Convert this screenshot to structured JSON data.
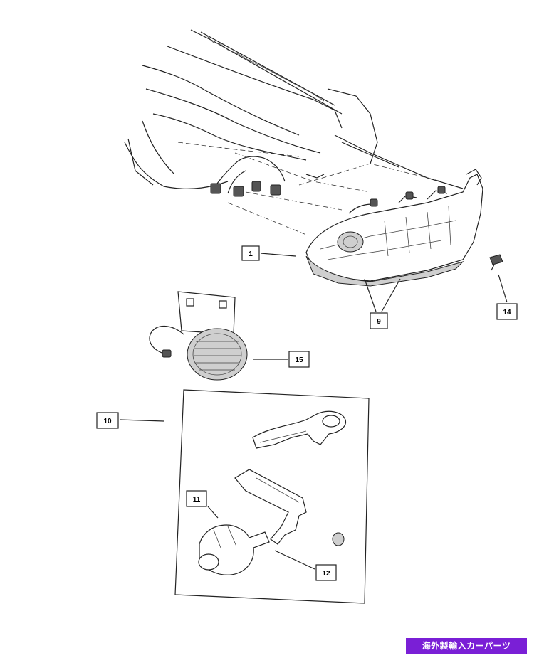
{
  "callouts": {
    "c1": "1",
    "c9": "9",
    "c14": "14",
    "c15": "15",
    "c10": "10",
    "c11": "11",
    "c12": "12"
  },
  "watermark": {
    "text": "海外製輸入カーパーツ",
    "background": "#7a1fd6"
  }
}
